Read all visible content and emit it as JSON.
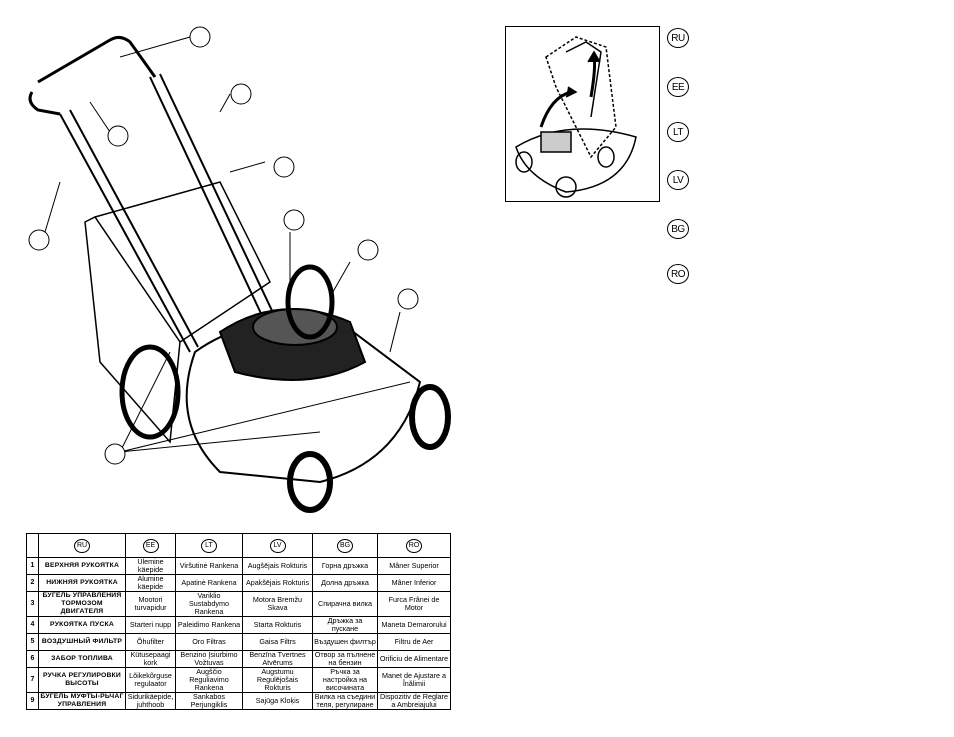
{
  "languages": [
    "RU",
    "EE",
    "LT",
    "LV",
    "BG",
    "RO"
  ],
  "parts": [
    {
      "num": "1",
      "ru": "ВЕРХНЯЯ РУКОЯТКА",
      "ee": "Ülemine käepide",
      "lt": "Viršutinė Rankena",
      "lv": "Augšējais Rokturis",
      "bg": "Горна дръжка",
      "ro": "Mâner Superior"
    },
    {
      "num": "2",
      "ru": "НИЖНЯЯ РУКОЯТКА",
      "ee": "Alumine käepide",
      "lt": "Apatinė Rankena",
      "lv": "Apakšējais Rokturis",
      "bg": "Долна дръжка",
      "ro": "Mâner Inferior"
    },
    {
      "num": "3",
      "ru": "БУГЕЛЬ УПРАВЛЕНИЯ ТОРМОЗОМ ДВИГАТЕЛЯ",
      "ee": "Mootori turvapidur",
      "lt": "Variklio Sustabdymo Rankena",
      "lv": "Motora Bremžu Skava",
      "bg": "Спирачна вилка",
      "ro": "Furca Frânei de Motor"
    },
    {
      "num": "4",
      "ru": "РУКОЯТКА ПУСКА",
      "ee": "Starteri nupp",
      "lt": "Paleidimo Rankena",
      "lv": "Starta Rokturis",
      "bg": "Дръжка за пускане",
      "ro": "Maneta Demarorului"
    },
    {
      "num": "5",
      "ru": "ВОЗДУШНЫЙ ФИЛЬТР",
      "ee": "Õhufilter",
      "lt": "Oro Filtras",
      "lv": "Gaisa Filtrs",
      "bg": "Въздушен филтър",
      "ro": "Filtru de Aer"
    },
    {
      "num": "6",
      "ru": "ЗАБОР ТОПЛИВА",
      "ee": "Kütusepaagi kork",
      "lt": "Benzino Įsiurbimo Vožtuvas",
      "lv": "Benzīna Tvertnes Atvērums",
      "bg": "Отвор за пълнене на бензин",
      "ro": "Orificiu de Alimentare"
    },
    {
      "num": "7",
      "ru": "РУЧКА РЕГУЛИРОВКИ ВЫСОТЫ",
      "ee": "Lõikekõrguse regulaator",
      "lt": "Augščio Reguliavimo Rankena",
      "lv": "Augstumu Regulējošais Rokturis",
      "bg": "Ръчка за настройка на височината",
      "ro": "Manet de Ajustare a Înălimii"
    },
    {
      "num": "9",
      "ru": "БУГЕЛЬ МУФТЫ-РЬЧАГ УПРАВЛЕНИЯ",
      "ee": "Siduri­käepide, juhthoob",
      "lt": "Sankabos Perjungiklis",
      "lv": "Sajūga Kloķis",
      "bg": "Вилка на съедини теля, регулиране",
      "ro": "Dispozitiv de Reglare a Ambreiajului"
    }
  ]
}
